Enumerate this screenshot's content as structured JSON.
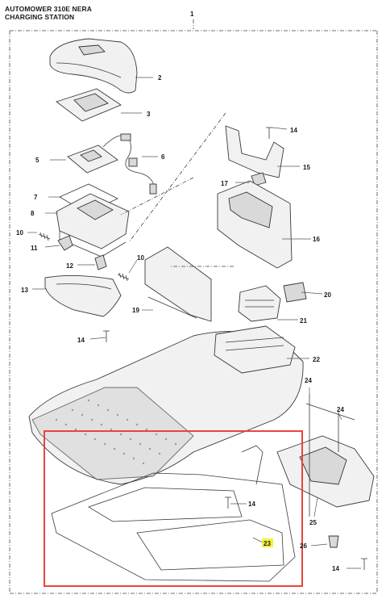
{
  "title": {
    "line1": "AUTOMOWER 310E NERA",
    "line2": "CHARGING STATION"
  },
  "callouts": [
    {
      "id": "c1",
      "text": "1"
    },
    {
      "id": "c2",
      "text": "2"
    },
    {
      "id": "c3",
      "text": "3"
    },
    {
      "id": "c14a",
      "text": "14"
    },
    {
      "id": "c5",
      "text": "5"
    },
    {
      "id": "c6",
      "text": "6"
    },
    {
      "id": "c15",
      "text": "15"
    },
    {
      "id": "c7",
      "text": "7"
    },
    {
      "id": "c17",
      "text": "17"
    },
    {
      "id": "c8",
      "text": "8"
    },
    {
      "id": "c16",
      "text": "16"
    },
    {
      "id": "c10a",
      "text": "10"
    },
    {
      "id": "c11",
      "text": "11"
    },
    {
      "id": "c10b",
      "text": "10"
    },
    {
      "id": "c12",
      "text": "12"
    },
    {
      "id": "c13",
      "text": "13"
    },
    {
      "id": "c20",
      "text": "20"
    },
    {
      "id": "c19",
      "text": "19"
    },
    {
      "id": "c21",
      "text": "21"
    },
    {
      "id": "c14b",
      "text": "14"
    },
    {
      "id": "c22",
      "text": "22"
    },
    {
      "id": "c24a",
      "text": "24"
    },
    {
      "id": "c24b",
      "text": "24"
    },
    {
      "id": "c14c",
      "text": "14"
    },
    {
      "id": "c25",
      "text": "25"
    },
    {
      "id": "c23",
      "text": "23",
      "highlighted": true
    },
    {
      "id": "c26",
      "text": "26"
    },
    {
      "id": "c14d",
      "text": "14"
    }
  ],
  "highlight_box_color": "#e8453c",
  "highlight_label_color": "#f4f03c"
}
